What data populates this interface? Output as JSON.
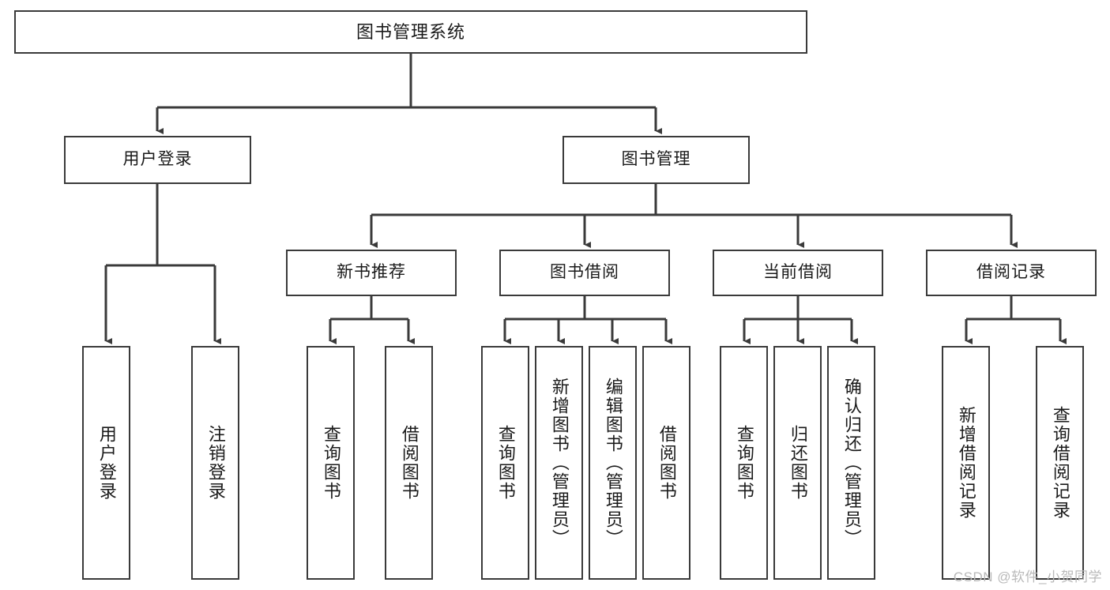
{
  "diagram": {
    "title": "图书管理系统",
    "type": "tree-hierarchy",
    "watermark": "CSDN @软件_小贺同学",
    "colors": {
      "box_border": "#3a3a3a",
      "box_fill": "#ffffff",
      "edge": "#3a3a3a",
      "text": "#1a1a1a",
      "watermark": "#b9b9b9"
    },
    "nodes": {
      "root": {
        "label": "图书管理系统"
      },
      "level2": [
        {
          "label": "用户登录"
        },
        {
          "label": "图书管理"
        }
      ],
      "level3": [
        {
          "label": "新书推荐"
        },
        {
          "label": "图书借阅"
        },
        {
          "label": "当前借阅"
        },
        {
          "label": "借阅记录"
        }
      ],
      "leaves": {
        "user_login": [
          {
            "label": "用户登录"
          },
          {
            "label": "注销登录"
          }
        ],
        "new_book_recommend": [
          {
            "label": "查询图书"
          },
          {
            "label": "借阅图书"
          }
        ],
        "book_borrow": [
          {
            "label": "查询图书"
          },
          {
            "label": "新增图书（管理员）"
          },
          {
            "label": "编辑图书（管理员）"
          },
          {
            "label": "借阅图书"
          }
        ],
        "current_borrow": [
          {
            "label": "查询图书"
          },
          {
            "label": "归还图书"
          },
          {
            "label": "确认归还（管理员）"
          }
        ],
        "borrow_record": [
          {
            "label": "新增借阅记录"
          },
          {
            "label": "查询借阅记录"
          }
        ]
      }
    }
  }
}
